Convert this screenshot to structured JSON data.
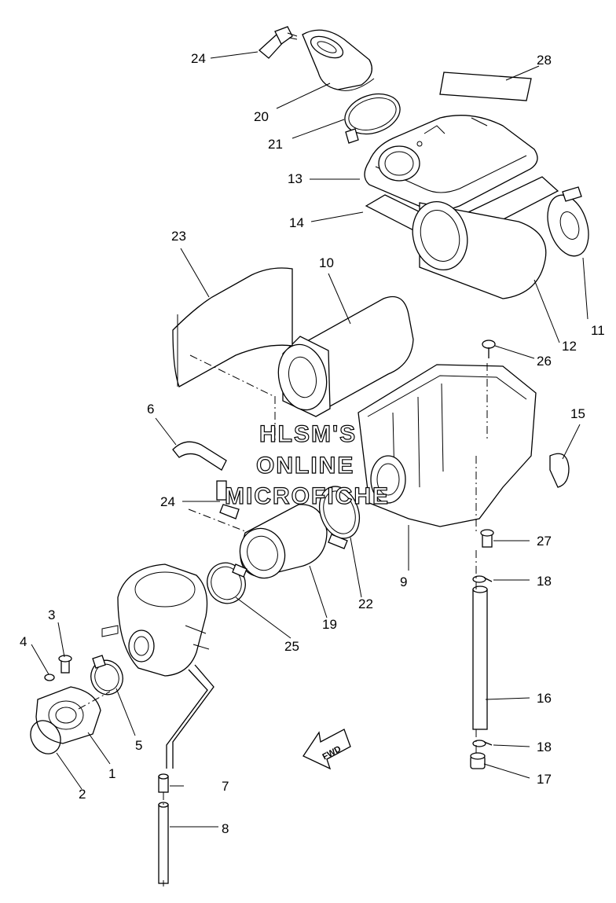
{
  "labels": {
    "l1": "1",
    "l2": "2",
    "l3": "3",
    "l4": "4",
    "l5": "5",
    "l6": "6",
    "l7": "7",
    "l8": "8",
    "l9": "9",
    "l10": "10",
    "l11": "11",
    "l12": "12",
    "l13": "13",
    "l14": "14",
    "l15": "15",
    "l16": "16",
    "l17": "17",
    "l18a": "18",
    "l18b": "18",
    "l19": "19",
    "l20": "20",
    "l21": "21",
    "l22": "22",
    "l23": "23",
    "l24a": "24",
    "l24b": "24",
    "l25": "25",
    "l26": "26",
    "l27": "27",
    "l28": "28"
  },
  "watermark": {
    "line1": "HLSM'S",
    "line2": "ONLINE",
    "line3": "MICROFICHE"
  },
  "direction_marker": "FWD"
}
